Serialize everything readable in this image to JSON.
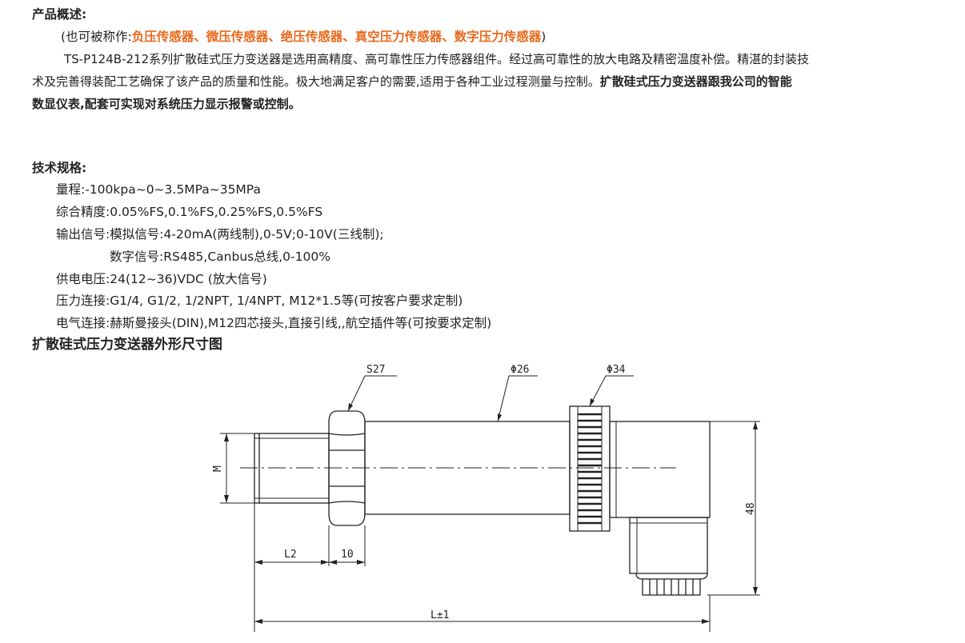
{
  "overview": {
    "heading": "产品概述:",
    "alias_prefix": "(也可被称作:",
    "alias_names": "负压传感器、微压传感器、绝压传感器、真空压力传感器、数字压力传感器",
    "alias_suffix": ")",
    "para_line1": "TS-P124B-212系列扩散硅式压力变送器是选用高精度、高可靠性压力传感器组件。经过高可靠性的放大电路及精密温度补偿。精湛的封装技",
    "para_line2_normal": "术及完善得装配工艺确保了该产品的质量和性能。极大地满足客户的需要,适用于各种工业过程测量与控制。",
    "para_line2_bold": "扩散硅式压力变送器跟我公司的智能",
    "para_line3_bold": "数显仪表,配套可实现对系统压力显示报警或控制。"
  },
  "specs": {
    "heading": "技术规格:",
    "range": "量程:-100kpa~0~3.5MPa~35MPa",
    "accuracy": "综合精度:0.05%FS,0.1%FS,0.25%FS,0.5%FS",
    "output_analog": "输出信号:模拟信号:4-20mA(两线制),0-5V;0-10V(三线制);",
    "output_digital": "数字信号:RS485,Canbus总线,0-100%",
    "power": "供电电压:24(12~36)VDC (放大信号)",
    "pressure_conn": "压力连接:G1/4, G1/2, 1/2NPT, 1/4NPT, M12*1.5等(可按客户要求定制)",
    "electrical_conn": "电气连接:赫斯曼接头(DIN),M12四芯接头,直接引线,,航空插件等(可按要求定制)"
  },
  "drawing": {
    "heading": "扩散硅式压力变送器外形尺寸图",
    "labels": {
      "hex": "S27",
      "body_dia": "Φ26",
      "nut_dia": "Φ34",
      "thread": "M",
      "l2": "L2",
      "ten": "10",
      "height": "48",
      "length": "L±1"
    }
  }
}
